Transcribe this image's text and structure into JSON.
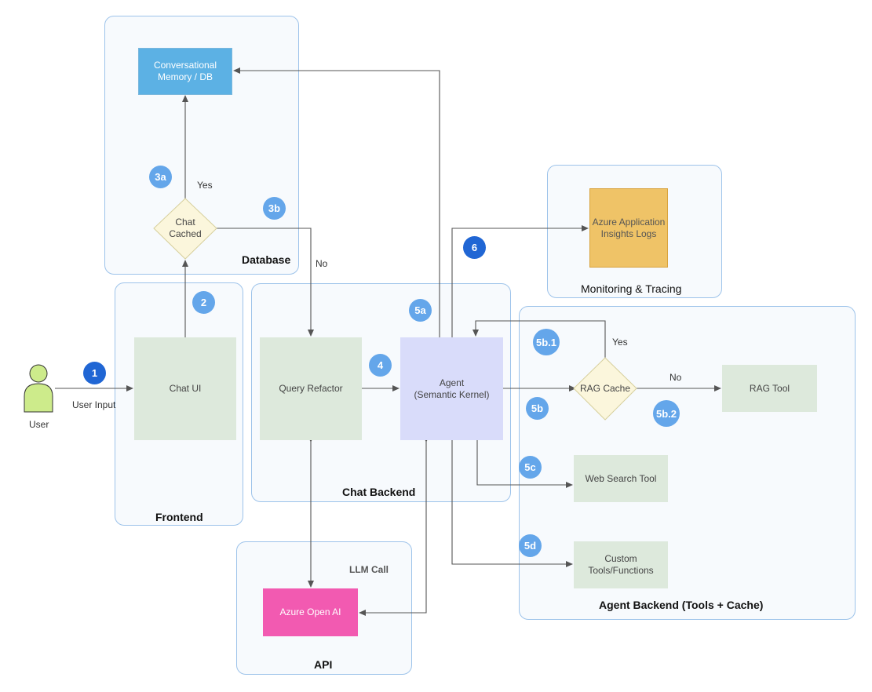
{
  "groups": {
    "database": "Database",
    "frontend": "Frontend",
    "chat_backend": "Chat Backend",
    "monitoring": "Monitoring & Tracing",
    "agent_backend": "Agent Backend (Tools + Cache)",
    "api": "API"
  },
  "nodes": {
    "memory": "Conversational\nMemory / DB",
    "chat_cached": "Chat\nCached",
    "chat_ui": "Chat UI",
    "query_refactor": "Query Refactor",
    "agent": "Agent\n(Semantic Kernel)",
    "insights": "Azure Application\nInsights Logs",
    "rag_cache": "RAG Cache",
    "rag_tool": "RAG Tool",
    "web_search": "Web Search Tool",
    "custom_tools": "Custom\nTools/Functions",
    "azure_openai": "Azure Open AI",
    "user": "User"
  },
  "edge_labels": {
    "user_input": "User Input",
    "yes_cache": "Yes",
    "no_cache": "No",
    "rag_yes": "Yes",
    "rag_no": "No",
    "llm_call": "LLM Call"
  },
  "badges": {
    "b1": "1",
    "b2": "2",
    "b3a": "3a",
    "b3b": "3b",
    "b4": "4",
    "b5a": "5a",
    "b5b": "5b",
    "b5b1": "5b.1",
    "b5b2": "5b.2",
    "b5c": "5c",
    "b5d": "5d",
    "b6": "6"
  },
  "colors": {
    "group_border": "#9dc3ea",
    "group_fill": "#f7fafd",
    "process_green": "#dde9dc",
    "memory_blue": "#5cb1e4",
    "agent_purple": "#d9dcfa",
    "insights_orange": "#efc367",
    "openai_pink": "#f25ab1",
    "decision_fill": "#fbf6dc",
    "badge_blue": "#64a6ea",
    "badge_dark": "#2066d4",
    "user_green": "#cdeb8b"
  }
}
